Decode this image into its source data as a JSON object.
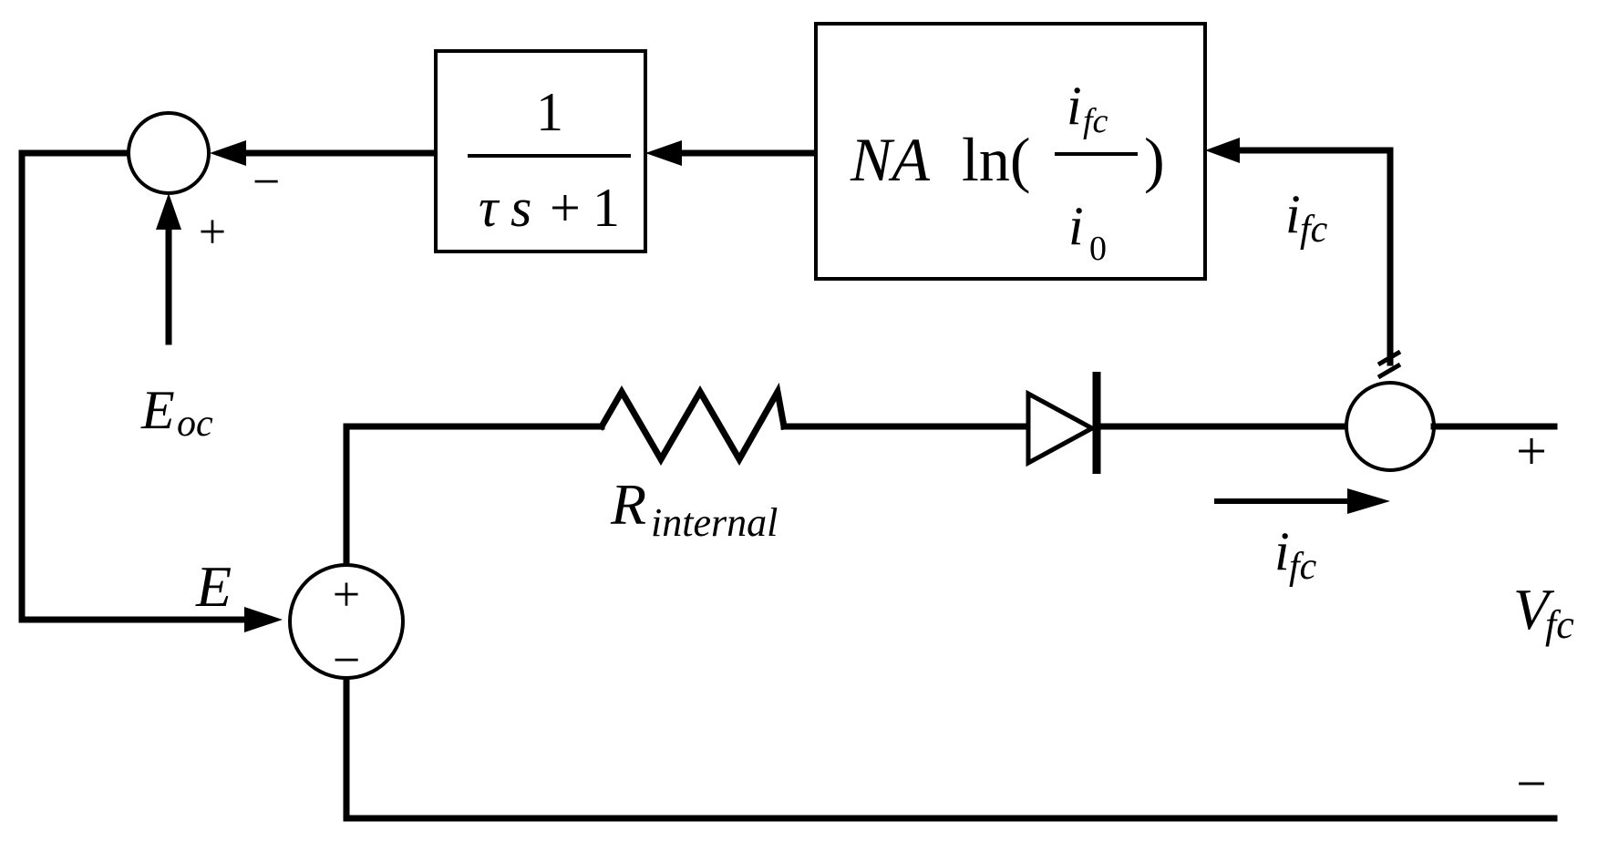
{
  "lag_block": {
    "numerator": "1",
    "denominator_tau": "τ",
    "denominator_s": "s",
    "denominator_plus": "+",
    "denominator_one": "1"
  },
  "log_block": {
    "prefix": "NA",
    "func": "ln(",
    "num_base": "i",
    "num_sub": "fc",
    "den_base": "i",
    "den_sub": "0",
    "close": ")"
  },
  "summing_junction": {
    "minus_sign": "−",
    "plus_sign": "+"
  },
  "labels": {
    "eoc_base": "E",
    "eoc_sub": "oc",
    "e_label": "E",
    "feedback_current_base": "i",
    "feedback_current_sub": "fc",
    "resistor_base": "R",
    "resistor_sub": "internal",
    "current_arrow_base": "i",
    "current_arrow_sub": "fc",
    "vfc_base": "V",
    "vfc_sub": "fc",
    "terminal_plus": "+",
    "terminal_minus": "−"
  },
  "voltage_source": {
    "plus_sign": "+",
    "minus_sign": "−"
  }
}
